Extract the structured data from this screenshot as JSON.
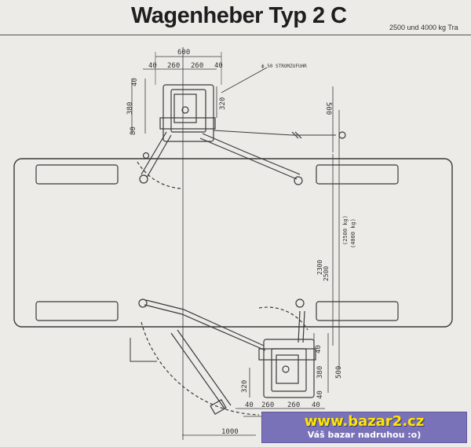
{
  "header": {
    "title": "Wagenheber Typ 2 C",
    "subtitle": "2500 und 4000 kg Tra"
  },
  "dimensions": {
    "top_width": "600",
    "top_segments": [
      "40",
      "260",
      "260",
      "40"
    ],
    "left_vertical": [
      "40",
      "380",
      "80"
    ],
    "inner_vertical": "320",
    "pipe_note": "ϕ 50 STROMZUFUHR",
    "right_vertical": "500",
    "wheelbase": [
      "2300",
      "(2500 kg)",
      "2500",
      "(4000 kg)"
    ],
    "bottom_right_vertical": [
      "40",
      "380",
      "40"
    ],
    "bottom_inner_vertical": "320",
    "bottom_right_lower": "500",
    "bottom_segments": [
      "40",
      "260",
      "260",
      "40"
    ],
    "bottom_offset": "1000"
  },
  "banner": {
    "url": "www.bazar2.cz",
    "slogan": "Váš bazar nadruhou   :o)"
  }
}
